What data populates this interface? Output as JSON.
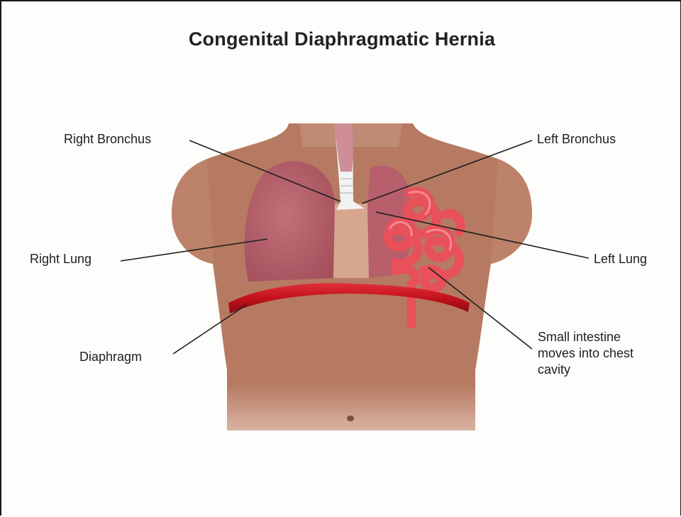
{
  "title": "Congenital Diaphragmatic Hernia",
  "labels": {
    "right_bronchus": "Right Bronchus",
    "left_bronchus": "Left Bronchus",
    "right_lung": "Right Lung",
    "left_lung": "Left Lung",
    "diaphragm": "Diaphragm",
    "intestine_line1": "Small intestine",
    "intestine_line2": "moves into chest",
    "intestine_line3": "cavity"
  },
  "colors": {
    "skin": "#b57a62",
    "lung": "#b9606c",
    "diaphragm": "#c8141e",
    "intestine": "#e6505a",
    "trachea": "#ffffff"
  }
}
